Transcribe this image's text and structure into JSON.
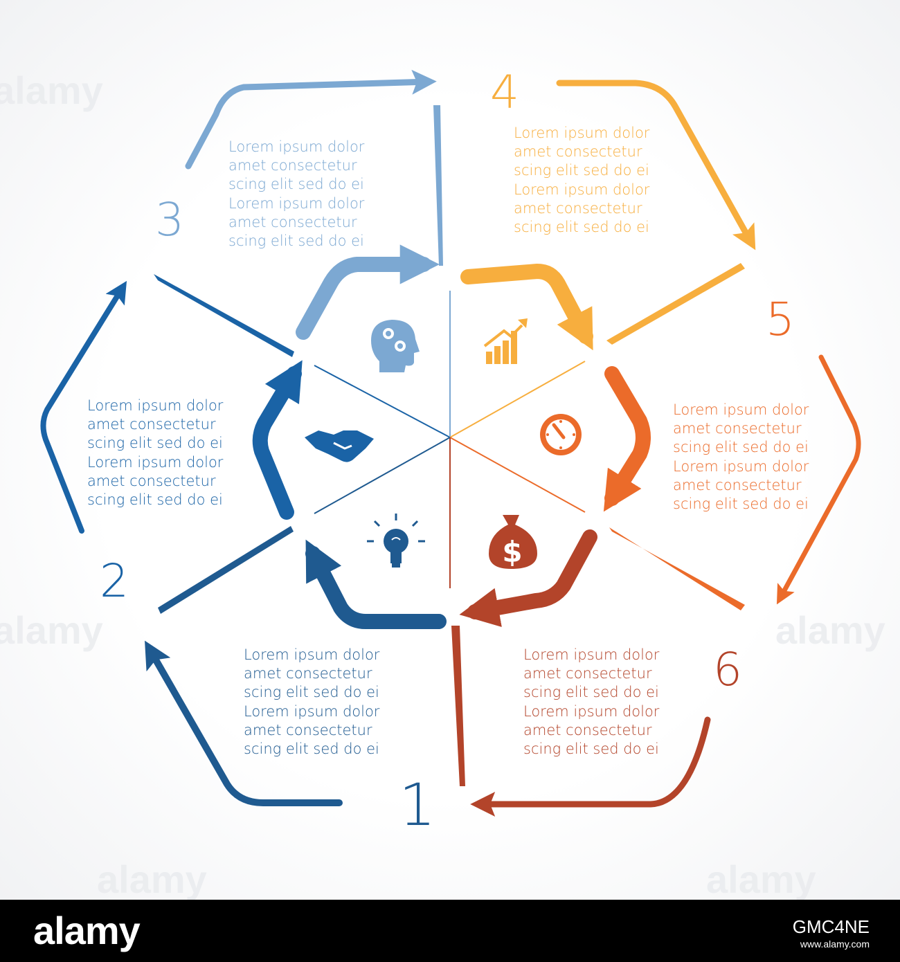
{
  "watermark": "alamy",
  "footer": {
    "logo": "alamy",
    "image_id": "GMC4NE",
    "meta": "www.alamy.com"
  },
  "colors": {
    "s1": "#1f5a90",
    "s2": "#1a63a6",
    "s3": "#7ca8d2",
    "s4": "#f7ae3e",
    "s5": "#eb6b2a",
    "s6": "#b3442a"
  },
  "segments": [
    {
      "number": "1",
      "icon": "lightbulb-icon",
      "lines": [
        "Lorem ipsum dolor",
        "amet  consectetur",
        "scing elit sed do ei",
        "Lorem ipsum dolor",
        "amet  consectetur",
        "scing elit sed do ei"
      ]
    },
    {
      "number": "2",
      "icon": "handshake-icon",
      "lines": [
        "Lorem ipsum dolor",
        "amet  consectetur",
        "scing elit sed do ei",
        "Lorem ipsum dolor",
        "amet  consectetur",
        "scing elit sed do ei"
      ]
    },
    {
      "number": "3",
      "icon": "head-gears-icon",
      "lines": [
        "Lorem ipsum dolor",
        "amet  consectetur",
        "scing elit sed do ei",
        "Lorem ipsum dolor",
        "amet  consectetur",
        "scing elit sed do ei"
      ]
    },
    {
      "number": "4",
      "icon": "growth-chart-icon",
      "lines": [
        "Lorem ipsum dolor",
        "amet  consectetur",
        "scing elit sed do ei",
        "Lorem ipsum dolor",
        "amet  consectetur",
        "scing elit sed do ei"
      ]
    },
    {
      "number": "5",
      "icon": "clock-icon",
      "lines": [
        "Lorem ipsum dolor",
        "amet  consectetur",
        "scing elit sed do ei",
        "Lorem ipsum dolor",
        "amet  consectetur",
        "scing elit sed do ei"
      ]
    },
    {
      "number": "6",
      "icon": "money-bag-icon",
      "lines": [
        "Lorem ipsum dolor",
        "amet  consectetur",
        "scing elit sed do ei",
        "Lorem ipsum dolor",
        "amet  consectetur",
        "scing elit sed do ei"
      ]
    }
  ]
}
